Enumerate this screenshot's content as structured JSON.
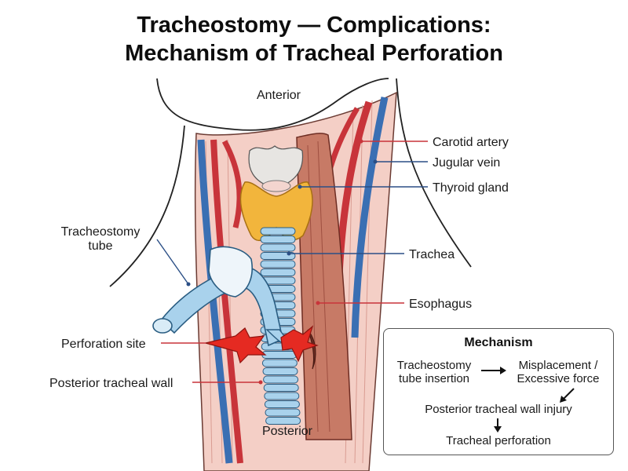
{
  "title": {
    "line1": "Tracheostomy — Complications:",
    "line2": "Mechanism of Tracheal Perforation"
  },
  "orientation": {
    "anterior": "Anterior",
    "posterior": "Posterior"
  },
  "labels": {
    "carotid": "Carotid artery",
    "jugular": "Jugular vein",
    "thyroid": "Thyroid gland",
    "trachea": "Trachea",
    "esophagus": "Esophagus",
    "tube_line1": "Tracheostomy",
    "tube_line2": "tube",
    "perforation": "Perforation site",
    "posterior_wall": "Posterior tracheal wall"
  },
  "mechanism": {
    "title": "Mechanism",
    "step1_line1": "Tracheostomy",
    "step1_line2": "tube insertion",
    "step2_line1": "Misplacement /",
    "step2_line2": "Excessive force",
    "step3": "Posterior tracheal wall injury",
    "step4": "Tracheal perforation"
  },
  "colors": {
    "artery": "#c8343a",
    "vein": "#3a6fb3",
    "thyroid": "#f2b53c",
    "tube": "#a9d2ec",
    "esophagus": "#c77a66",
    "tissue": "#f4cfc6",
    "perforation": "#e52a22"
  }
}
